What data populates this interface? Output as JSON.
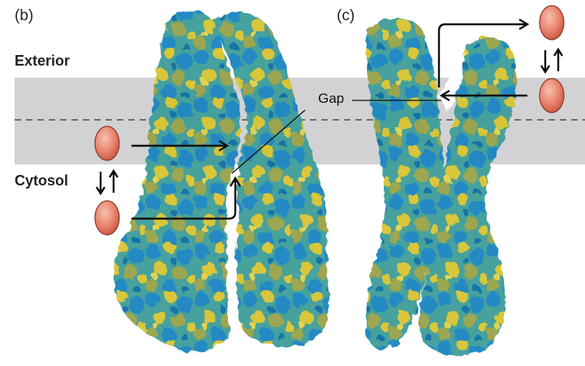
{
  "panels": {
    "b_label": "(b)",
    "c_label": "(c)"
  },
  "labels": {
    "exterior": "Exterior",
    "cytosol": "Cytosol",
    "gap": "Gap"
  },
  "colors": {
    "membrane": "#d2d2d4",
    "membrane_dash": "#6e6e6e",
    "protein_blue": "#1c86c2",
    "protein_teal": "#3f9e9a",
    "protein_yellow": "#d8c432",
    "protein_olive": "#9aa348",
    "solute_fill": "#e8806a",
    "arrow": "#111111"
  },
  "icons": {
    "solute": "solute-ellipse-icon",
    "exchange": "bidirectional-arrows-icon"
  }
}
